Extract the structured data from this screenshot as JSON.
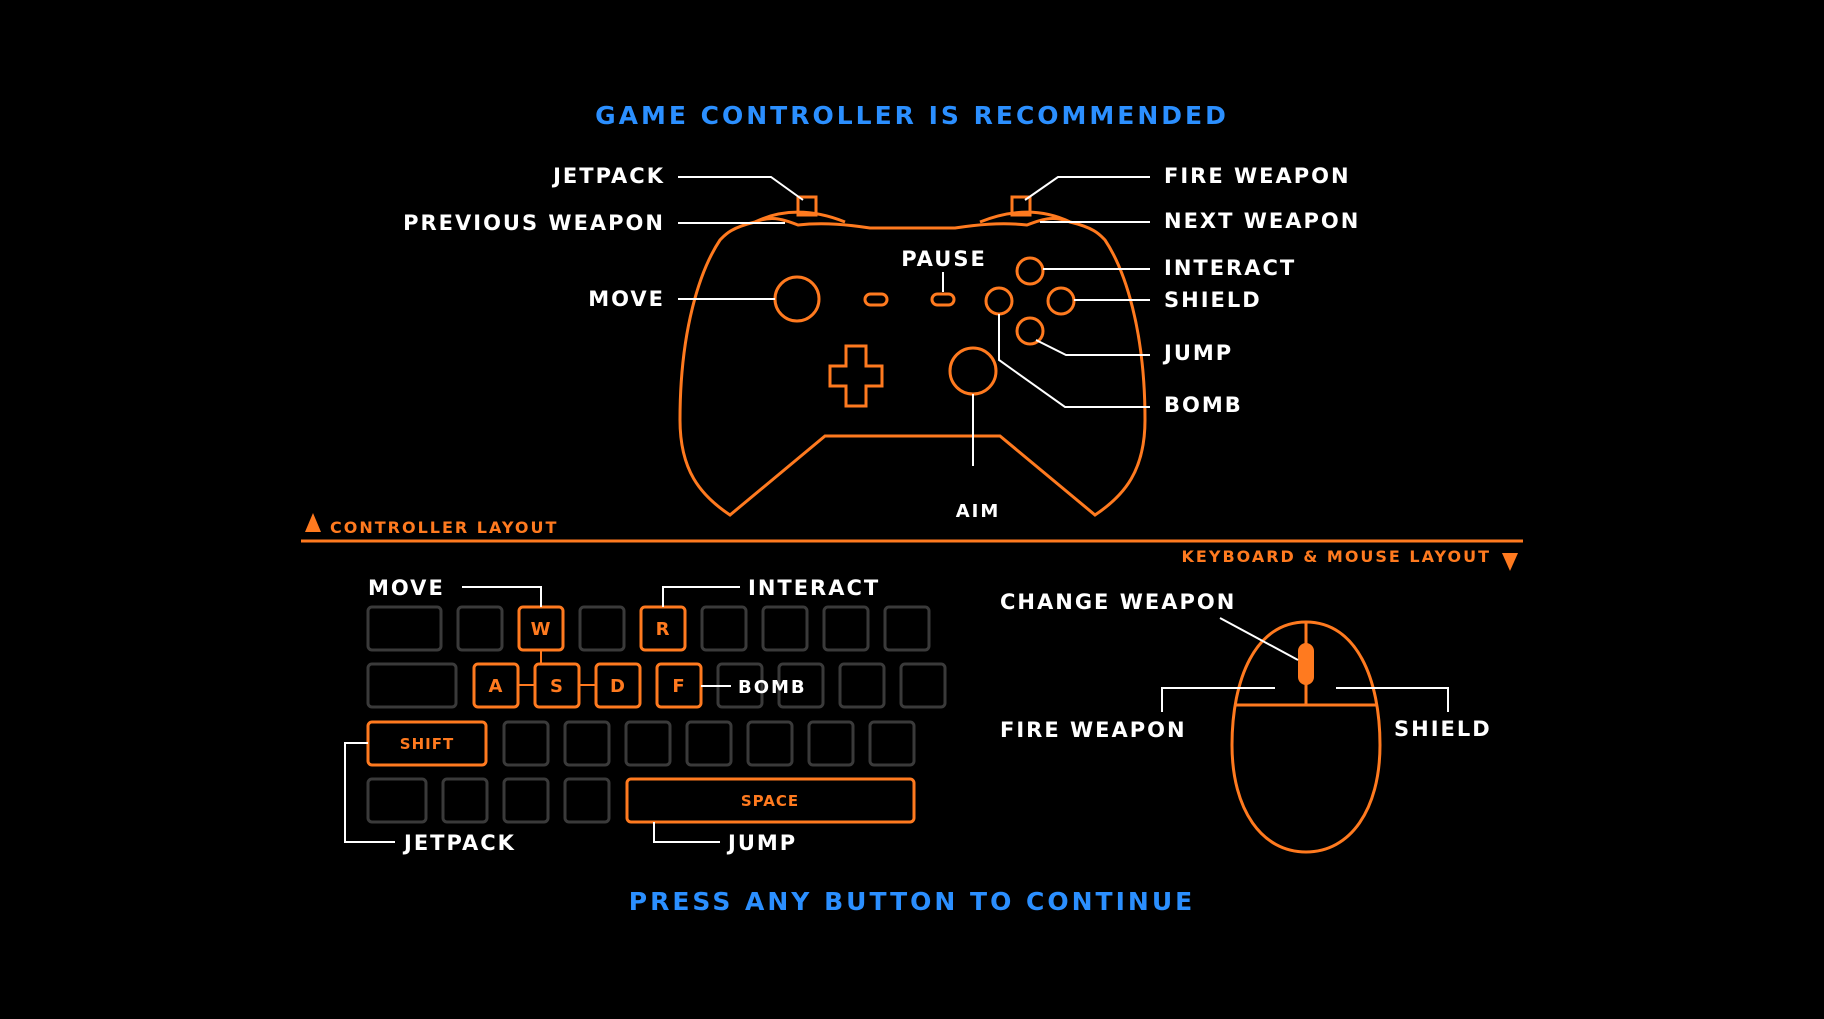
{
  "header": {
    "title": "GAME CONTROLLER IS RECOMMENDED"
  },
  "controller": {
    "section_label": "CONTROLLER LAYOUT",
    "labels": {
      "jetpack": "JETPACK",
      "previous_weapon": "PREVIOUS WEAPON",
      "move": "MOVE",
      "pause": "PAUSE",
      "fire_weapon": "FIRE WEAPON",
      "next_weapon": "NEXT WEAPON",
      "interact": "INTERACT",
      "shield": "SHIELD",
      "jump": "JUMP",
      "bomb": "BOMB",
      "aim": "AIM"
    }
  },
  "keyboard": {
    "section_label": "KEYBOARD & MOUSE LAYOUT",
    "labels": {
      "move": "MOVE",
      "interact": "INTERACT",
      "bomb": "BOMB",
      "jetpack": "JETPACK",
      "jump": "JUMP"
    },
    "keys": {
      "w": "W",
      "r": "R",
      "a": "A",
      "s": "S",
      "d": "D",
      "f": "F",
      "shift": "SHIFT",
      "space": "SPACE"
    }
  },
  "mouse": {
    "labels": {
      "change_weapon": "CHANGE WEAPON",
      "fire_weapon": "FIRE WEAPON",
      "shield": "SHIELD"
    }
  },
  "footer": {
    "prompt": "PRESS ANY BUTTON TO CONTINUE"
  },
  "colors": {
    "accent": "#ff7a1f",
    "title": "#2b8fff",
    "label": "#ffffff",
    "inactive_key": "#3a3a3a",
    "background": "#000000"
  }
}
